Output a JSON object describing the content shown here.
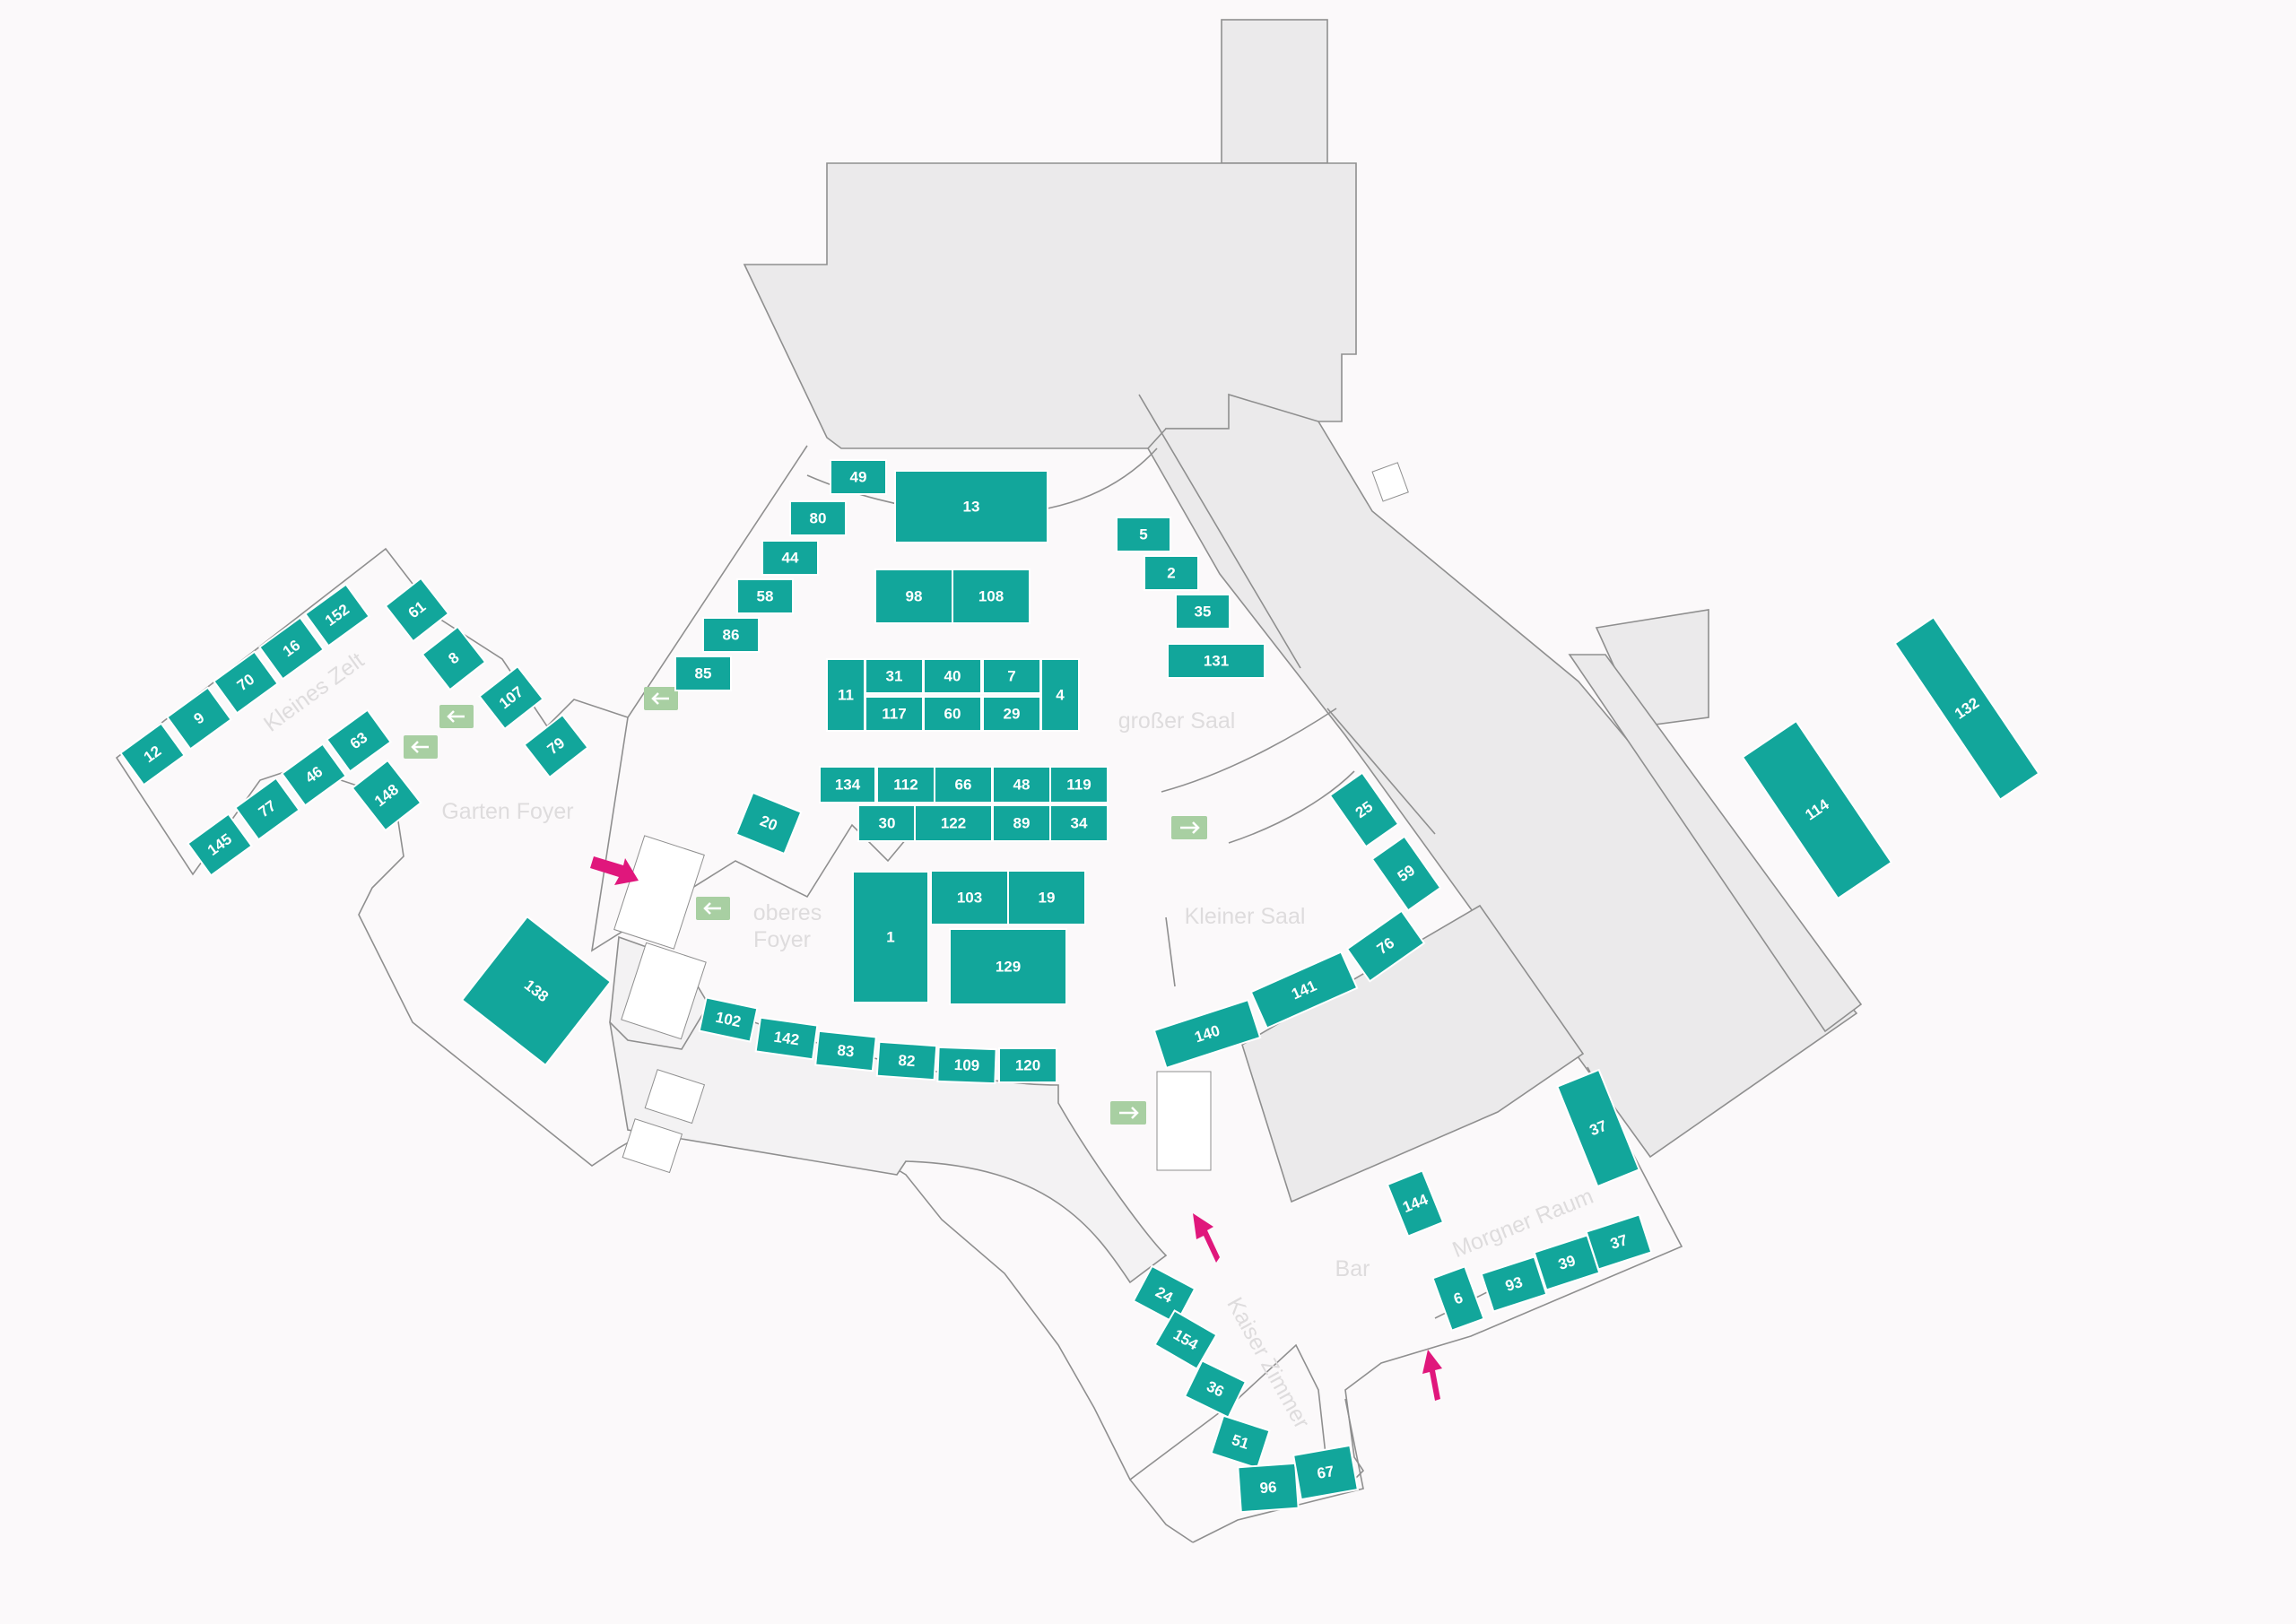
{
  "colors": {
    "background": "#fbf9fa",
    "booth": "#12a69b",
    "booth_text": "#ffffff",
    "room_label": "#dedcdd",
    "building_block": "#ebeaeb",
    "wall": "#8f8f8f",
    "exit_sign": "#a8cfa2",
    "entrance_arrow": "#e0177c"
  },
  "rooms": {
    "grosser_saal": "großer Saal",
    "kleiner_saal": "Kleiner Saal",
    "garten_foyer": "Garten Foyer",
    "oberes_foyer_line1": "oberes",
    "oberes_foyer_line2": "Foyer",
    "kleines_zelt": "Kleines Zelt",
    "kaiser_zimmer": "Kaiser Zimmer",
    "morgner_raum": "Morgner Raum",
    "bar": "Bar"
  },
  "icons": {
    "exit_sign": "emergency-exit-icon",
    "entrance": "entrance-arrow-icon",
    "stairs": "stairs-icon"
  },
  "booths": [
    "49",
    "13",
    "80",
    "44",
    "58",
    "86",
    "85",
    "5",
    "2",
    "35",
    "131",
    "98",
    "108",
    "11",
    "31",
    "40",
    "7",
    "4",
    "117",
    "60",
    "29",
    "134",
    "112",
    "66",
    "48",
    "119",
    "30",
    "122",
    "89",
    "34",
    "1",
    "103",
    "19",
    "129",
    "102",
    "142",
    "83",
    "82",
    "109",
    "120",
    "20",
    "107",
    "79",
    "61",
    "8",
    "152",
    "16",
    "70",
    "9",
    "12",
    "63",
    "46",
    "77",
    "145",
    "148",
    "138",
    "25",
    "59",
    "76",
    "141",
    "140",
    "37",
    "144",
    "93",
    "39",
    "37",
    "6",
    "24",
    "154",
    "36",
    "51",
    "96",
    "67",
    "114",
    "132"
  ]
}
